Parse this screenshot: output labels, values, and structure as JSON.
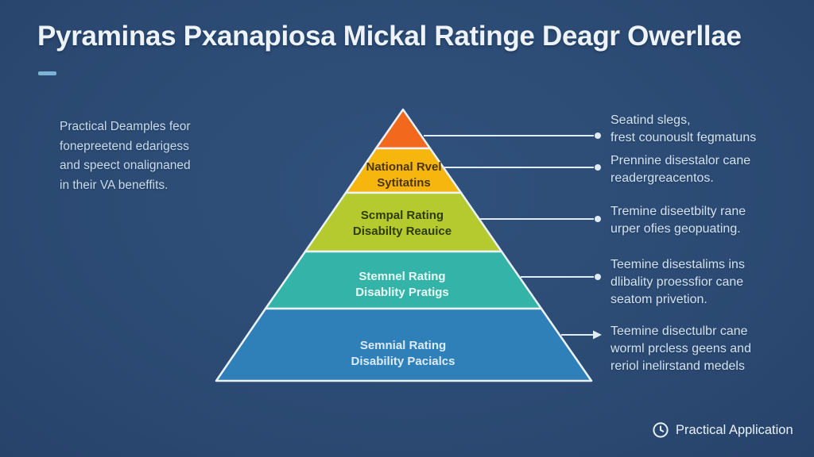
{
  "colors": {
    "background": "#2c4b74",
    "title_text": "#edf3f8",
    "accent_dash": "#7db3d4",
    "note_text": "#d4e2ef",
    "connector_line": "#e0ebf3",
    "pyramid_outline": "#eaf2f7"
  },
  "title": {
    "text": "Pyraminas Pxanapiosa Mickal Ratinge Deagr Owerllae"
  },
  "left_note": {
    "lines": [
      "Practical Deamples feor",
      "fonepreetend edarigess",
      "and speect onalignaned",
      "in their VA beneffits."
    ]
  },
  "pyramid": {
    "layers": [
      {
        "level": "top",
        "color": "#f2681c",
        "label_lines": []
      },
      {
        "level": "second",
        "color": "#f7b60d",
        "label_lines": [
          "National Rvel",
          "Sytitatins"
        ]
      },
      {
        "level": "third",
        "color": "#b4ca2e",
        "label_lines": [
          "Scmpal Rating",
          "Disabilty Reauice"
        ]
      },
      {
        "level": "fourth",
        "color": "#34b4a8",
        "label_lines": [
          "Stemnel Rating",
          "Disablity Pratigs"
        ]
      },
      {
        "level": "base",
        "color": "#2f80b8",
        "label_lines": [
          "Semnial Rating",
          "Disability Pacialcs"
        ]
      }
    ]
  },
  "right_notes": [
    {
      "lines": [
        "Seatind slegs,",
        "frest counouslt fegmatuns"
      ]
    },
    {
      "lines": [
        "Prennine disestalor cane",
        "readergreacentos."
      ]
    },
    {
      "lines": [
        "Tremine diseetbilty rane",
        "urper ofies geopuating."
      ]
    },
    {
      "lines": [
        "Teemine disestalims ins",
        "dlibality proessfior cane",
        "seatom privetion."
      ]
    },
    {
      "lines": [
        "Teemine disectulbr cane",
        "worml prcless geens and",
        "reriol inelirstand medels"
      ]
    }
  ],
  "footer": {
    "icon": "clock-icon",
    "label": "Practical Application"
  }
}
